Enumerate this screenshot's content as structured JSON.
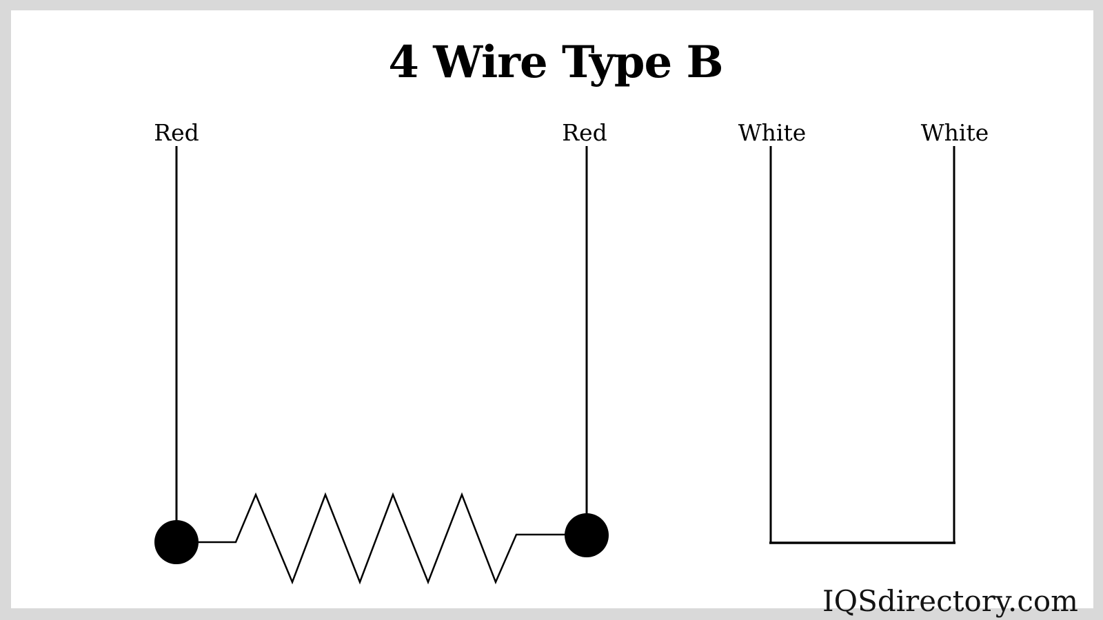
{
  "title": "4 Wire Type B",
  "watermark": "IQSdirectory.com",
  "colors": {
    "background": "#d9d9d9",
    "panel": "#ffffff",
    "line": "#000000",
    "text": "#000000"
  },
  "diagram": {
    "type": "wiring-diagram",
    "wires": [
      {
        "label": "Red"
      },
      {
        "label": "Red"
      },
      {
        "label": "White"
      },
      {
        "label": "White"
      }
    ],
    "components": {
      "resistor": "zigzag-resistor-element-between-red-leads",
      "terminals": "two-filled-terminal-dots",
      "white_jumper": "direct-wire-between-white-leads"
    }
  }
}
